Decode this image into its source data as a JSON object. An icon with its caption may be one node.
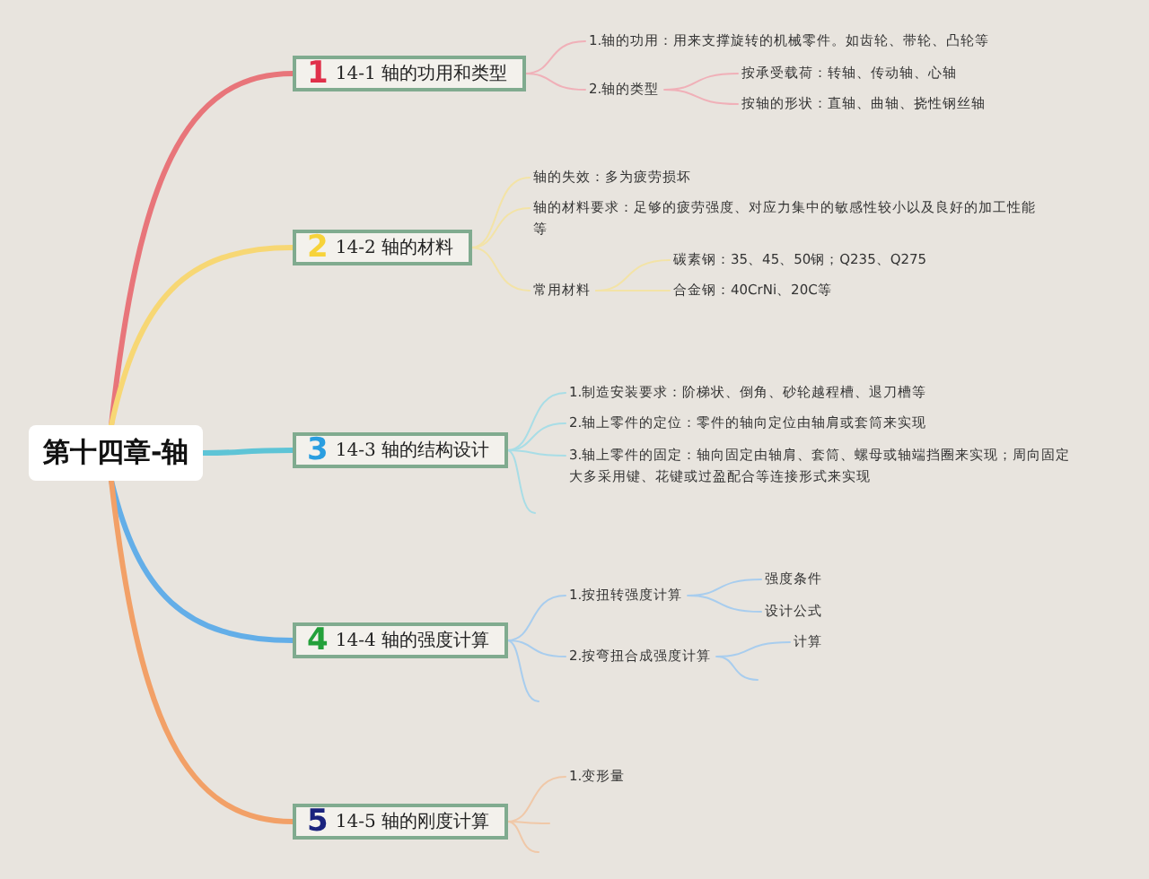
{
  "diagram": {
    "nodes": [
      {
        "text": [
          "第十四章-轴"
        ]
      },
      {
        "text": [
          "1",
          "14-1 轴的功用和类型"
        ]
      },
      {
        "text": [
          "1.轴的功用：用来支撑旋转的机械零件。如齿轮、带轮、凸轮等"
        ]
      },
      {
        "text": [
          "2.轴的类型"
        ]
      },
      {
        "text": [
          "按承受载荷：转轴、传动轴、心轴"
        ]
      },
      {
        "text": [
          "按轴的形状：直轴、曲轴、挠性钢丝轴"
        ]
      },
      {
        "text": [
          "2",
          "14-2 轴的材料"
        ]
      },
      {
        "text": [
          "轴的失效：多为疲劳损坏"
        ]
      },
      {
        "text": [
          "轴的材料要求：足够的疲劳强度、对应力集中的敏感性较小以及良好的加工性能等"
        ]
      },
      {
        "text": [
          "常用材料"
        ]
      },
      {
        "text": [
          "碳素钢：35、45、50钢；Q235、Q275"
        ]
      },
      {
        "text": [
          "合金钢：40CrNi、20C等"
        ]
      },
      {
        "text": [
          "3",
          "14-3 轴的结构设计"
        ]
      },
      {
        "text": [
          "1.制造安装要求：阶梯状、倒角、砂轮越程槽、退刀槽等"
        ]
      },
      {
        "text": [
          "2.轴上零件的定位：零件的轴向定位由轴肩或套筒来实现"
        ]
      },
      {
        "text": [
          "3.轴上零件的固定：轴向固定由轴肩、套筒、螺母或轴端挡圈来实现；周向固定大多采用键、花键或过盈配合等连接形式来实现"
        ]
      },
      {
        "text": [
          "4",
          "14-4 轴的强度计算"
        ]
      },
      {
        "text": [
          "1.按扭转强度计算"
        ]
      },
      {
        "text": [
          "强度条件"
        ]
      },
      {
        "text": [
          "设计公式"
        ]
      },
      {
        "text": [
          "2.按弯扭合成强度计算"
        ]
      },
      {
        "text": [
          "计算"
        ]
      },
      {
        "text": [
          "5",
          "14-5 轴的刚度计算"
        ]
      },
      {
        "text": [
          "1.变形量"
        ]
      }
    ],
    "edges": [
      {
        "from": 0,
        "to": 1,
        "arrow": "none",
        "style": "thick",
        "color": "#e8757a"
      },
      {
        "from": 0,
        "to": 6,
        "arrow": "none",
        "style": "thick",
        "color": "#f7d774"
      },
      {
        "from": 0,
        "to": 12,
        "arrow": "none",
        "style": "thick",
        "color": "#5ec4d6"
      },
      {
        "from": 0,
        "to": 16,
        "arrow": "none",
        "style": "thick",
        "color": "#63aee8"
      },
      {
        "from": 0,
        "to": 22,
        "arrow": "none",
        "style": "thick",
        "color": "#f2a067"
      },
      {
        "from": 1,
        "to": 2,
        "arrow": "none",
        "color": "#f0b0b8"
      },
      {
        "from": 1,
        "to": 3,
        "arrow": "none",
        "color": "#f0b0b8"
      },
      {
        "from": 3,
        "to": 4,
        "arrow": "none",
        "color": "#f0b0b8"
      },
      {
        "from": 3,
        "to": 5,
        "arrow": "none",
        "color": "#f0b0b8"
      },
      {
        "from": 6,
        "to": 7,
        "arrow": "none",
        "color": "#f3e3a6"
      },
      {
        "from": 6,
        "to": 8,
        "arrow": "none",
        "color": "#f3e3a6"
      },
      {
        "from": 6,
        "to": 9,
        "arrow": "none",
        "color": "#f3e3a6"
      },
      {
        "from": 9,
        "to": 10,
        "arrow": "none",
        "color": "#f3e3a6"
      },
      {
        "from": 9,
        "to": 11,
        "arrow": "none",
        "color": "#f3e3a6"
      },
      {
        "from": 12,
        "to": 13,
        "arrow": "none",
        "color": "#a8dde6"
      },
      {
        "from": 12,
        "to": 14,
        "arrow": "none",
        "color": "#a8dde6"
      },
      {
        "from": 12,
        "to": 15,
        "arrow": "none",
        "color": "#a8dde6"
      },
      {
        "from": 12,
        "to": null,
        "arrow": "none",
        "color": "#a8dde6"
      },
      {
        "from": 16,
        "to": 17,
        "arrow": "none",
        "color": "#a8cdee"
      },
      {
        "from": 16,
        "to": 20,
        "arrow": "none",
        "color": "#a8cdee"
      },
      {
        "from": 16,
        "to": null,
        "arrow": "none",
        "color": "#a8cdee"
      },
      {
        "from": 17,
        "to": 18,
        "arrow": "none",
        "color": "#a8cdee"
      },
      {
        "from": 17,
        "to": 19,
        "arrow": "none",
        "color": "#a8cdee"
      },
      {
        "from": 20,
        "to": 21,
        "arrow": "none",
        "color": "#a8cdee"
      },
      {
        "from": 20,
        "to": null,
        "arrow": "none",
        "color": "#a8cdee"
      },
      {
        "from": 22,
        "to": 23,
        "arrow": "none",
        "color": "#f0c8a8"
      },
      {
        "from": 22,
        "to": null,
        "arrow": "none",
        "color": "#f0c8a8"
      },
      {
        "from": 22,
        "to": null,
        "arrow": "none",
        "color": "#f0c8a8"
      }
    ]
  }
}
